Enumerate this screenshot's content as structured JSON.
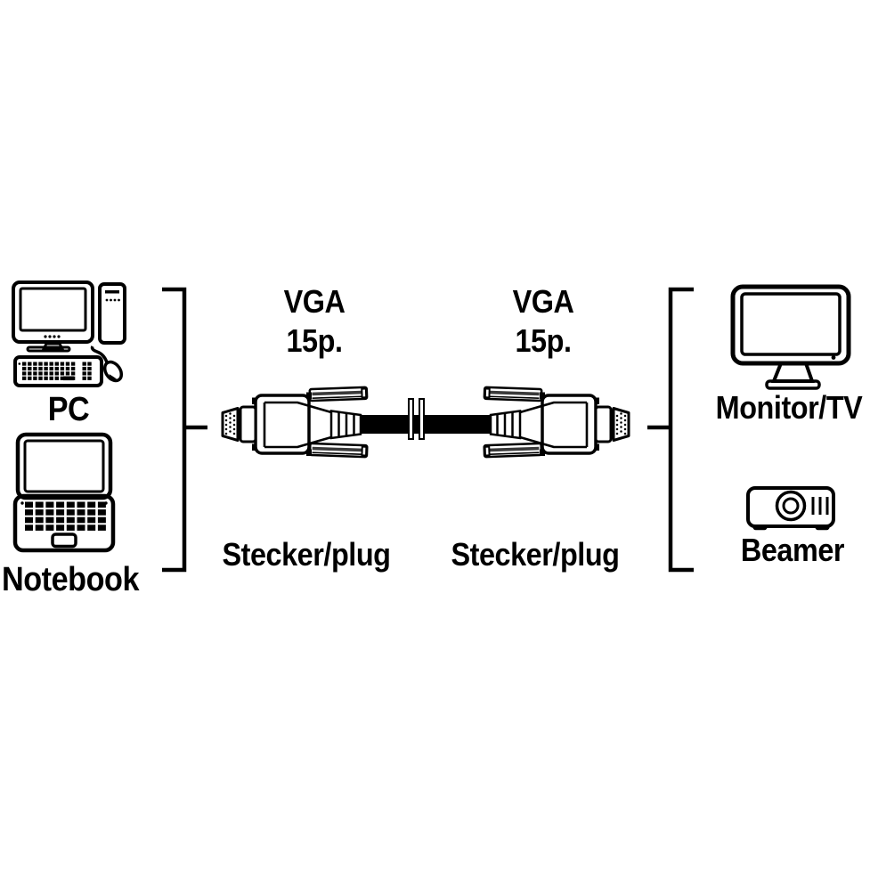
{
  "colors": {
    "background": "#ffffff",
    "ink": "#000000"
  },
  "devices": {
    "left": [
      {
        "label": "PC"
      },
      {
        "label": "Notebook"
      }
    ],
    "right": [
      {
        "label": "Monitor/TV"
      },
      {
        "label": "Beamer"
      }
    ]
  },
  "cable": {
    "left": {
      "type": "VGA",
      "pins": "15p.",
      "plug_label": "Stecker/plug"
    },
    "right": {
      "type": "VGA",
      "pins": "15p.",
      "plug_label": "Stecker/plug"
    }
  },
  "icons": {
    "pc-icon": "desktop computer line-art (monitor, tower, keyboard, mouse)",
    "notebook-icon": "laptop line-art",
    "monitor-tv-icon": "flat screen line-art",
    "beamer-icon": "projector line-art",
    "vga-connector-icon": "15-pin D-sub plug line-art",
    "cable-break-icon": "double break bars on cable",
    "bracket-left-icon": "square bracket",
    "bracket-right-icon": "square bracket"
  }
}
